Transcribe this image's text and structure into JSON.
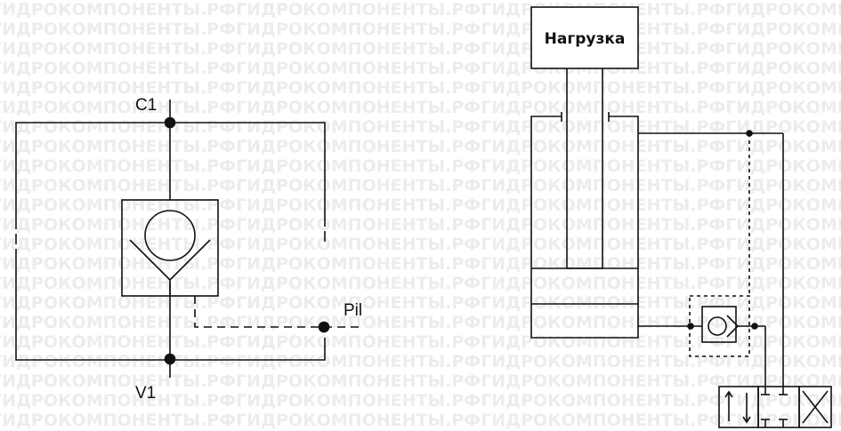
{
  "watermark": {
    "text": "ГИДРОКОМПОНЕНТЫ.РФ"
  },
  "labels": {
    "port_c1": "C1",
    "port_v1": "V1",
    "port_pil": "Pil",
    "load": "Нагрузка"
  },
  "colors": {
    "line": "#111111",
    "watermark": "#ececec",
    "background": "#ffffff"
  }
}
